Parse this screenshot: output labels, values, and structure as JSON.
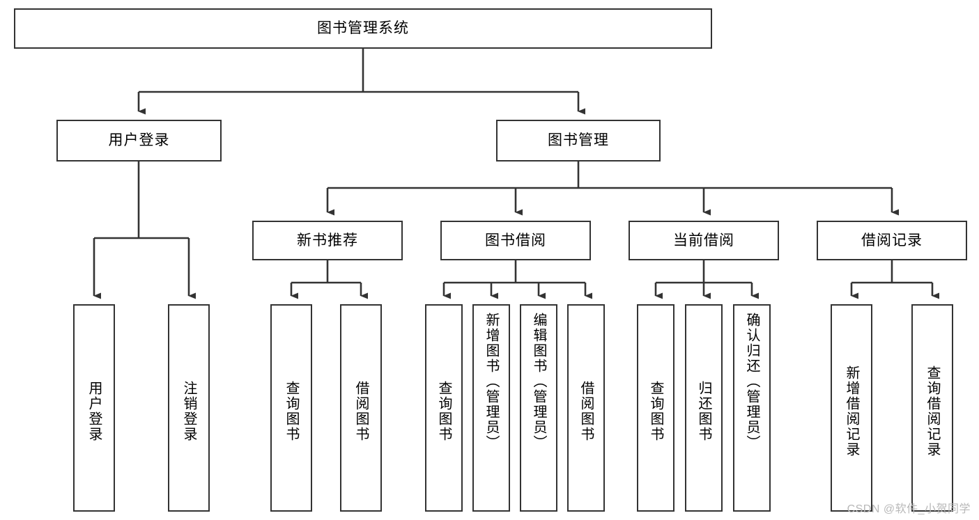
{
  "diagram": {
    "type": "tree-hierarchy-chart",
    "title": "图书管理系统",
    "watermark": "CSDN @软件_小贺同学",
    "colors": {
      "box_border": "#333333",
      "box_fill": "#ffffff",
      "connector": "#333333",
      "text": "#000000",
      "watermark": "#b8b8b8"
    },
    "levels": [
      {
        "level": 0,
        "nodes": [
          {
            "id": "root",
            "label": "图书管理系统",
            "orientation": "horizontal"
          }
        ]
      },
      {
        "level": 1,
        "nodes": [
          {
            "id": "login",
            "label": "用户登录",
            "orientation": "horizontal",
            "parent": "root"
          },
          {
            "id": "bookmgmt",
            "label": "图书管理",
            "orientation": "horizontal",
            "parent": "root"
          }
        ]
      },
      {
        "level": 2,
        "nodes": [
          {
            "id": "newbook",
            "label": "新书推荐",
            "orientation": "horizontal",
            "parent": "bookmgmt"
          },
          {
            "id": "borrow",
            "label": "图书借阅",
            "orientation": "horizontal",
            "parent": "bookmgmt"
          },
          {
            "id": "current",
            "label": "当前借阅",
            "orientation": "horizontal",
            "parent": "bookmgmt"
          },
          {
            "id": "record",
            "label": "借阅记录",
            "orientation": "horizontal",
            "parent": "bookmgmt"
          }
        ]
      },
      {
        "level": 3,
        "nodes": [
          {
            "id": "leaf-login-1",
            "label": "用户登录",
            "orientation": "vertical",
            "parent": "login"
          },
          {
            "id": "leaf-login-2",
            "label": "注销登录",
            "orientation": "vertical",
            "parent": "login"
          },
          {
            "id": "leaf-newbook-1",
            "label": "查询图书",
            "orientation": "vertical",
            "parent": "newbook"
          },
          {
            "id": "leaf-newbook-2",
            "label": "借阅图书",
            "orientation": "vertical",
            "parent": "newbook"
          },
          {
            "id": "leaf-borrow-1",
            "label": "查询图书",
            "orientation": "vertical",
            "parent": "borrow"
          },
          {
            "id": "leaf-borrow-2",
            "label": "新增图书（管理员）",
            "orientation": "vertical",
            "parent": "borrow"
          },
          {
            "id": "leaf-borrow-3",
            "label": "编辑图书（管理员）",
            "orientation": "vertical",
            "parent": "borrow"
          },
          {
            "id": "leaf-borrow-4",
            "label": "借阅图书",
            "orientation": "vertical",
            "parent": "borrow"
          },
          {
            "id": "leaf-current-1",
            "label": "查询图书",
            "orientation": "vertical",
            "parent": "current"
          },
          {
            "id": "leaf-current-2",
            "label": "归还图书",
            "orientation": "vertical",
            "parent": "current"
          },
          {
            "id": "leaf-current-3",
            "label": "确认归还（管理员）",
            "orientation": "vertical",
            "parent": "current"
          },
          {
            "id": "leaf-record-1",
            "label": "新增借阅记录",
            "orientation": "vertical",
            "parent": "record"
          },
          {
            "id": "leaf-record-2",
            "label": "查询借阅记录",
            "orientation": "vertical",
            "parent": "record"
          }
        ]
      }
    ]
  }
}
